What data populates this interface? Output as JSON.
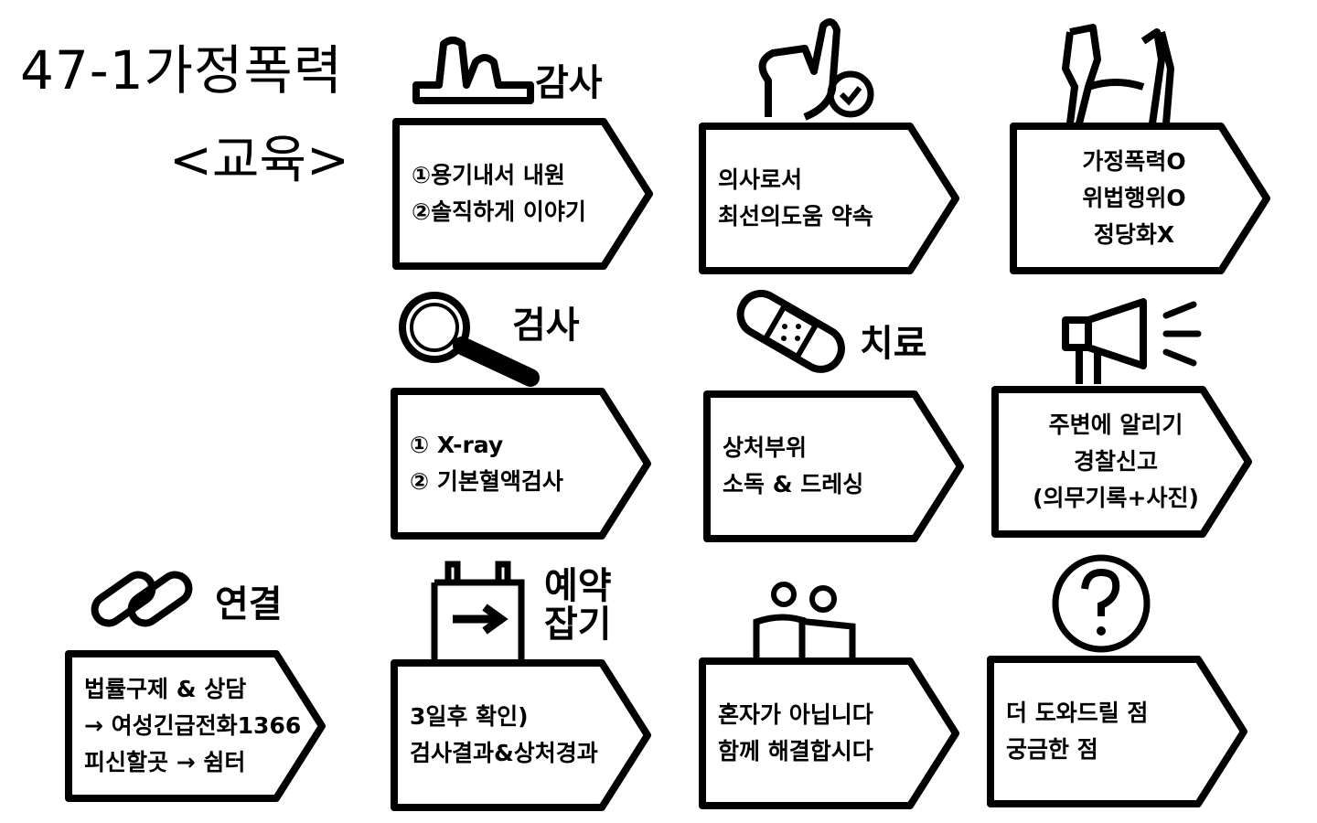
{
  "title": "47-1가정폭력",
  "subtitle": "<교육>",
  "labels": {
    "thanks": "감사",
    "exam": "검사",
    "treat": "치료",
    "connect": "연결",
    "reserve": "예약\n잡기"
  },
  "cards": [
    {
      "id": "c1",
      "lines": [
        "①용기내서 내원",
        "②솔직하게 이야기"
      ]
    },
    {
      "id": "c2",
      "lines": [
        "의사로서",
        "최선의도움 약속"
      ]
    },
    {
      "id": "c3",
      "lines": [
        "가정폭력O",
        "위법행위O",
        "정당화X"
      ]
    },
    {
      "id": "c4",
      "lines": [
        "① X-ray",
        "② 기본혈액검사"
      ]
    },
    {
      "id": "c5",
      "lines": [
        "상처부위",
        "소독 & 드레싱"
      ]
    },
    {
      "id": "c6",
      "lines": [
        "주변에 알리기",
        "경찰신고",
        "(의무기록+사진)"
      ]
    },
    {
      "id": "c7",
      "lines": [
        "법률구제 & 상담",
        "→ 여성긴급전화1366",
        "피신할곳 → 쉼터"
      ]
    },
    {
      "id": "c8",
      "lines": [
        "3일후 확인)",
        "검사결과&상처경과"
      ]
    },
    {
      "id": "c9",
      "lines": [
        "혼자가 아닙니다",
        "함께 해결합시다"
      ]
    },
    {
      "id": "c10",
      "lines": [
        "더 도와드릴 점",
        "궁금한 점"
      ]
    }
  ]
}
